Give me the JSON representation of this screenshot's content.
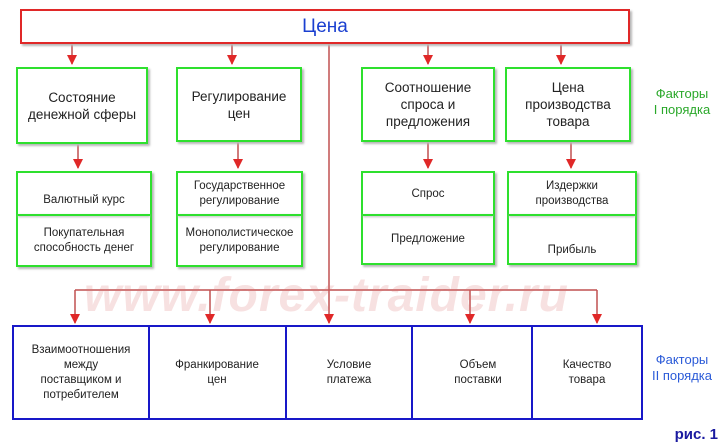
{
  "top": {
    "label": "Цена",
    "color": "#1a3fd0"
  },
  "level1": [
    {
      "label": "Состояние денежной сферы"
    },
    {
      "label": "Регулирование цен"
    },
    {
      "label": "Соотношение спроса и предложения"
    },
    {
      "label": "Цена производства товара"
    }
  ],
  "level2": [
    {
      "top": "Валютный курс",
      "bottom": "Покупательная способность денег"
    },
    {
      "top": "Государственное регулирование",
      "bottom": "Монополистическое регулирование"
    },
    {
      "top": "Спрос",
      "bottom": "Предложение"
    },
    {
      "top": "Издержки производства",
      "bottom": "Прибыль"
    }
  ],
  "level3": [
    {
      "label": "Взаимоотношения между поставщиком и потребителем"
    },
    {
      "label": "Франкирование цен"
    },
    {
      "label": "Условие платежа"
    },
    {
      "label": "Объем поставки"
    },
    {
      "label": "Качество товара"
    }
  ],
  "factors1": {
    "line1": "Факторы",
    "line2": "I порядка",
    "color": "#2aa82a"
  },
  "factors2": {
    "line1": "Факторы",
    "line2": "II порядка",
    "color": "#2a5ad8"
  },
  "watermark": "www.forex-traider.ru",
  "figure_label": "рис. 1",
  "colors": {
    "red": "#e02828",
    "green": "#2ee02e",
    "blue": "#1818c8",
    "connector": "#c05050"
  }
}
